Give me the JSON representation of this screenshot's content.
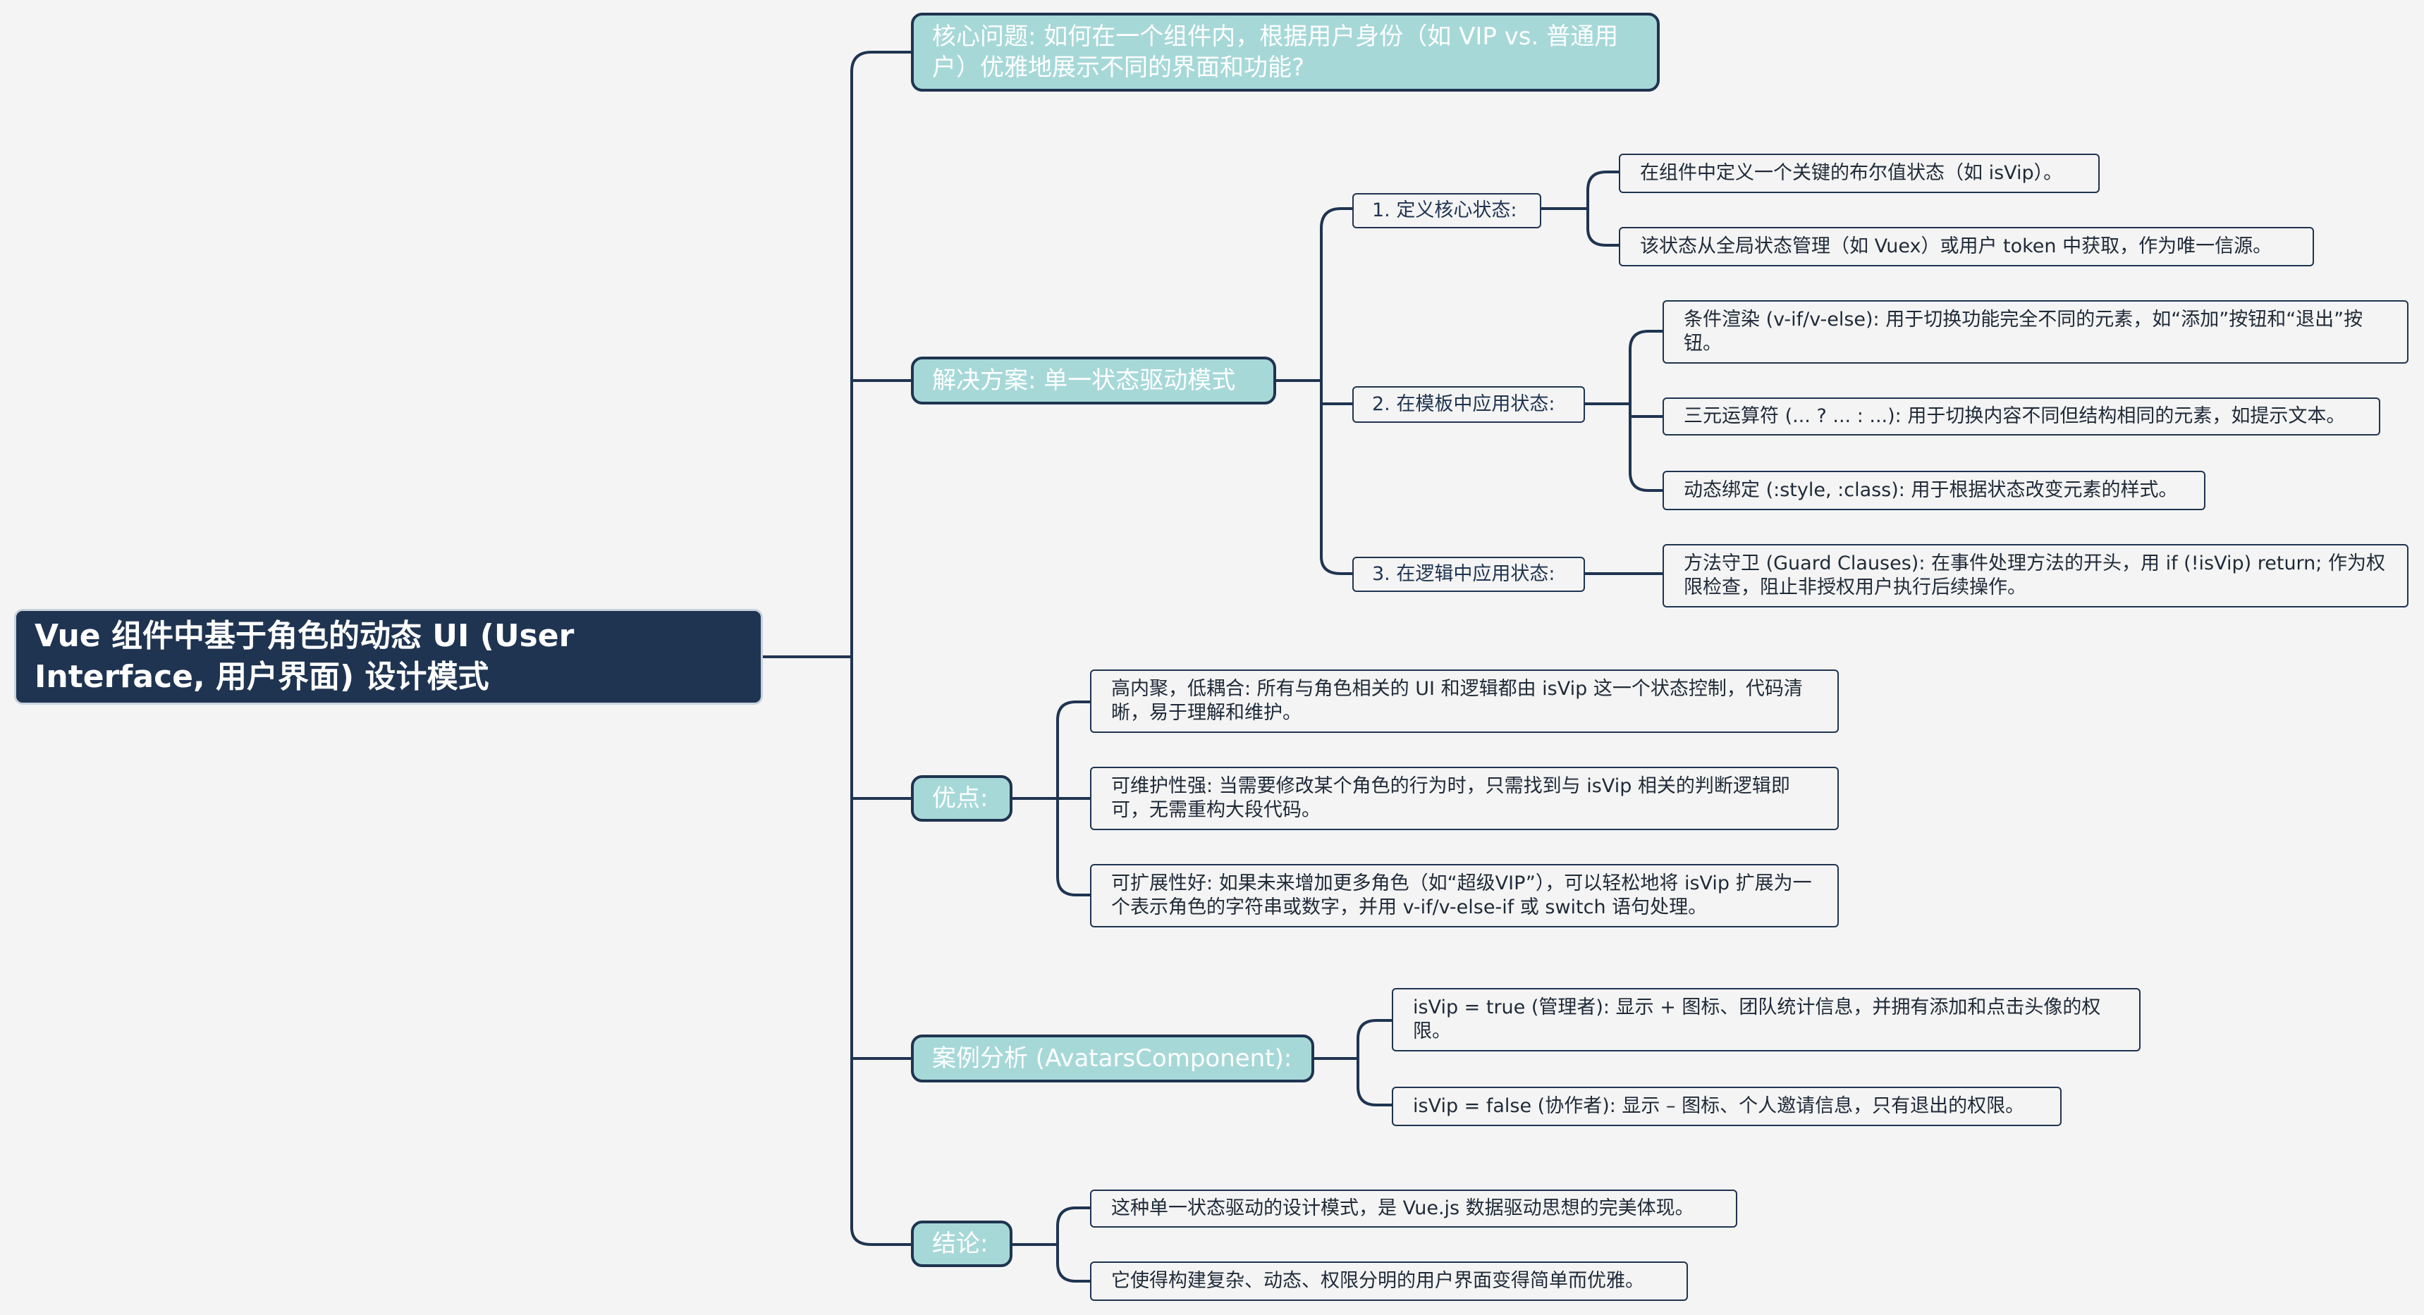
{
  "root": {
    "title": "Vue 组件中基于角色的动态 UI (User Interface, 用户界面) 设计模式"
  },
  "core_question": "核心问题: 如何在一个组件内，根据用户身份（如 VIP vs. 普通用户）优雅地展示不同的界面和功能?",
  "solution": {
    "label": "解决方案: 单一状态驱动模式",
    "steps": [
      {
        "label": "1. 定义核心状态:",
        "items": [
          "在组件中定义一个关键的布尔值状态（如 isVip）。",
          "该状态从全局状态管理（如 Vuex）或用户 token 中获取，作为唯一信源。"
        ]
      },
      {
        "label": "2. 在模板中应用状态:",
        "items": [
          "条件渲染 (v-if/v-else): 用于切换功能完全不同的元素，如“添加”按钮和“退出”按钮。",
          "三元运算符 (... ? ... : ...): 用于切换内容不同但结构相同的元素，如提示文本。",
          "动态绑定 (:style, :class): 用于根据状态改变元素的样式。"
        ]
      },
      {
        "label": "3. 在逻辑中应用状态:",
        "items": [
          "方法守卫 (Guard Clauses): 在事件处理方法的开头，用 if (!isVip) return; 作为权限检查，阻止非授权用户执行后续操作。"
        ]
      }
    ]
  },
  "advantages": {
    "label": "优点:",
    "items": [
      "高内聚，低耦合: 所有与角色相关的 UI 和逻辑都由 isVip 这一个状态控制，代码清晰，易于理解和维护。",
      "可维护性强: 当需要修改某个角色的行为时，只需找到与 isVip 相关的判断逻辑即可，无需重构大段代码。",
      "可扩展性好: 如果未来增加更多角色（如“超级VIP”），可以轻松地将 isVip 扩展为一个表示角色的字符串或数字，并用 v-if/v-else-if 或 switch 语句处理。"
    ]
  },
  "case_study": {
    "label": "案例分析 (AvatarsComponent):",
    "items": [
      "isVip = true (管理者): 显示 + 图标、团队统计信息，并拥有添加和点击头像的权限。",
      "isVip = false (协作者): 显示 – 图标、个人邀请信息，只有退出的权限。"
    ]
  },
  "conclusion": {
    "label": "结论:",
    "items": [
      "这种单一状态驱动的设计模式，是 Vue.js 数据驱动思想的完美体现。",
      "它使得构建复杂、动态、权限分明的用户界面变得简单而优雅。"
    ]
  },
  "colors": {
    "root_fill": "#1f3451",
    "branch_fill": "#a7d8d8",
    "line": "#1f3451",
    "background": "#f4f4f4"
  }
}
